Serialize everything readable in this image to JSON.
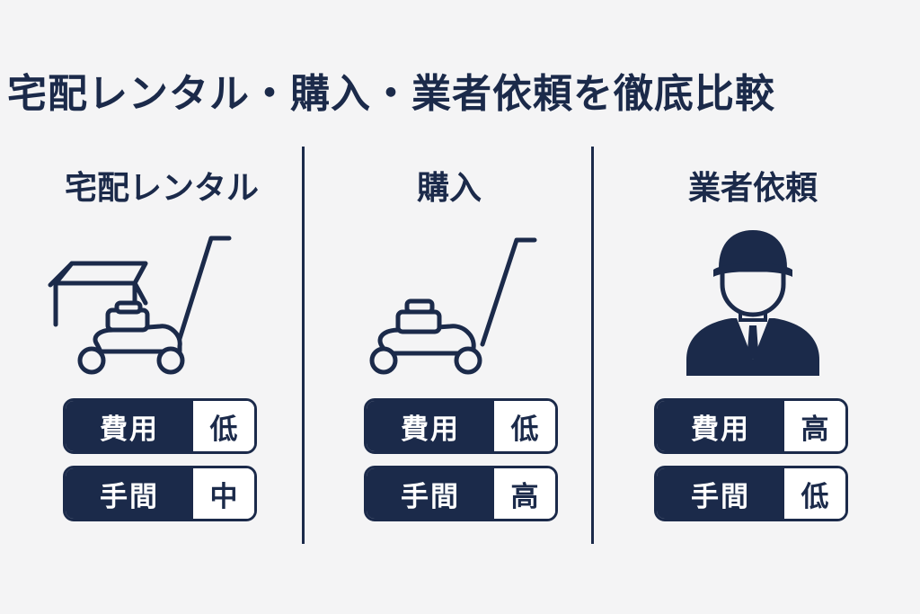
{
  "title": "宅配レンタル・購入・業者依頼を徹底比較",
  "columns": [
    {
      "name": "宅配レンタル",
      "icon": "box-lawnmower-icon",
      "rows": [
        {
          "label": "費用",
          "value": "低"
        },
        {
          "label": "手間",
          "value": "中"
        }
      ]
    },
    {
      "name": "購入",
      "icon": "lawnmower-icon",
      "rows": [
        {
          "label": "費用",
          "value": "低"
        },
        {
          "label": "手間",
          "value": "高"
        }
      ]
    },
    {
      "name": "業者依頼",
      "icon": "worker-icon",
      "rows": [
        {
          "label": "費用",
          "value": "高"
        },
        {
          "label": "手間",
          "value": "低"
        }
      ]
    }
  ],
  "colors": {
    "navy": "#1b2a4a",
    "background": "#f4f4f5",
    "white": "#ffffff"
  }
}
